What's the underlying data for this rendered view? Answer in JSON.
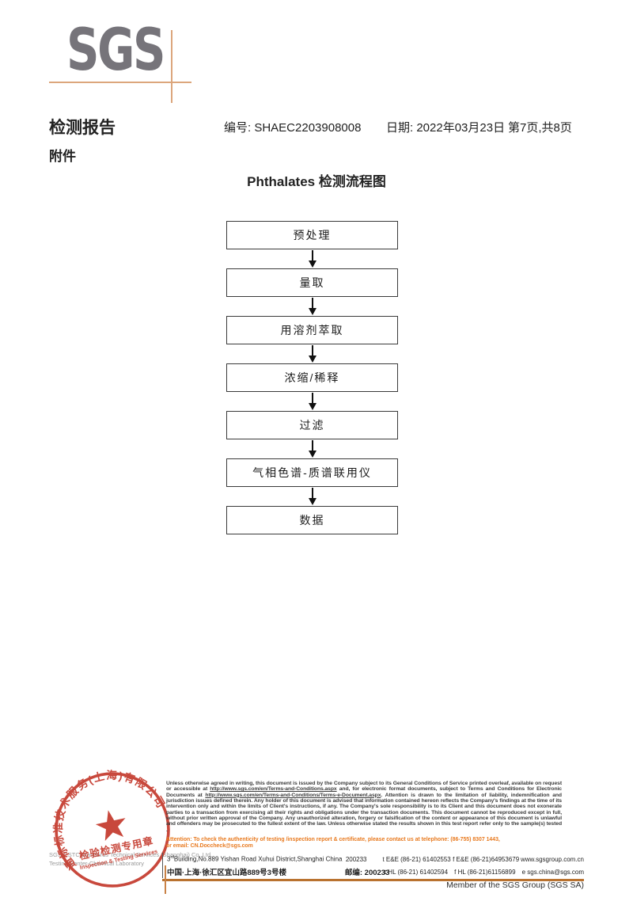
{
  "colors": {
    "accent_tan": "#dca67c",
    "rule_orange": "#b9722f",
    "attention_orange": "#e8791e",
    "sgs_gray": "#76747a",
    "stamp_red": "#c4392c"
  },
  "logo": {
    "text": "SGS"
  },
  "header": {
    "report_title": "检测报告",
    "number": "编号: SHAEC2203908008",
    "date": "日期: 2022年03月23日",
    "page_info": "第7页,共8页",
    "attachment": "附件"
  },
  "flowchart": {
    "title": "Phthalates 检测流程图",
    "steps": [
      "预处理",
      "量取",
      "用溶剂萃取",
      "浓缩/稀释",
      "过滤",
      "气相色谱-质谱联用仪",
      "数据"
    ]
  },
  "footer": {
    "disclaimer_part1": "Unless otherwise agreed in writing, this document is issued by the Company subject to its General Conditions of Service printed overleaf, available on request or accessible at ",
    "disclaimer_url1": "http://www.sgs.com/en/Terms-and-Conditions.aspx",
    "disclaimer_part2": " and, for electronic format documents, subject to Terms and Conditions for Electronic Documents at ",
    "disclaimer_url2": "http://www.sgs.com/en/Terms-and-Conditions/Terms-e-Document.aspx",
    "disclaimer_part3": ". Attention is drawn to the limitation of liability, indemnification and jurisdiction issues defined therein. Any holder of this document is advised that information contained hereon reflects the Company's findings at the time of its intervention only and within the limits of Client's instructions, if any. The Company's sole responsibility is to its Client and this document does not exonerate parties to a transaction from exercising all their rights and obligations under the transaction documents. This document cannot be reproduced except in full, without prior written approval of the Company. Any unauthorized alteration, forgery or falsification of the content or appearance of this document is unlawful and offenders may be prosecuted to the fullest extent of the law. Unless otherwise stated the results shown in this test report refer only to the sample(s) tested .",
    "attention_line1": "Attention: To check the authenticity of testing /inspection report & certificate, please contact us at telephone: (86-755) 8307 1443,",
    "attention_line2": "or email: CN.Doccheck@sgs.com",
    "address": {
      "addr1_pre": "3",
      "addr1_sup": "rd",
      "addr1_rest": "Building,No.889 Yishan Road Xuhui District,Shanghai China",
      "addr1_postal": "200233",
      "tel1": "t E&E (86-21) 61402553",
      "fax1": "f E&E (86-21)64953679",
      "website": "www.sgsgroup.com.cn",
      "addr2_cn": "中国·上海·徐汇区宜山路889号3号楼",
      "addr2_postal": "邮编: 200233",
      "tel2": "t HL (86-21) 61402594",
      "fax2": "f HL (86-21)61156899",
      "email": "e  sgs.china@sgs.com"
    },
    "member": "Member of the SGS Group (SGS SA)",
    "company_line1": "SGS-CSTC Standards Technical Services (Shanghai) Co.,Ltd.",
    "company_line2": "Testing Center-Chemical Laboratory",
    "stamp": {
      "ring_text": "通标标准技术服务(上海)有限公司",
      "line1": "检验检测专用章",
      "line2": "Inspection & Testing Services"
    }
  }
}
